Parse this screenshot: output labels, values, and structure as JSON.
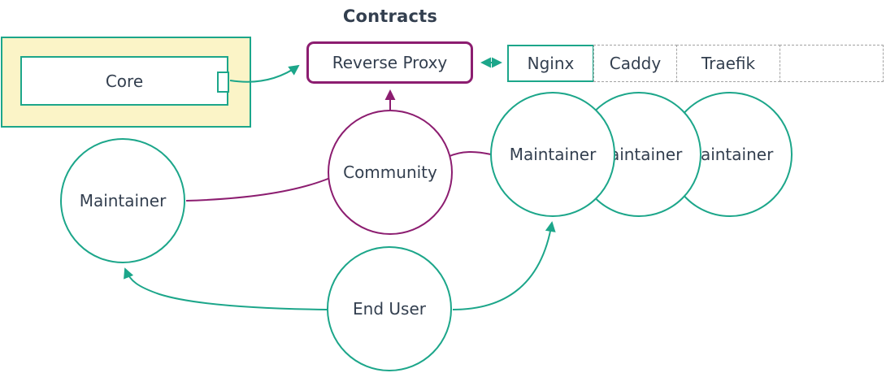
{
  "diagram": {
    "title": "Contracts",
    "nodes": {
      "core_group": {
        "role": "subgraph"
      },
      "core": {
        "label": "Core"
      },
      "reverse_proxy": {
        "label": "Reverse Proxy"
      },
      "community": {
        "label": "Community"
      },
      "maintainer_left": {
        "label": "Maintainer"
      },
      "maintainers_right": [
        {
          "label": "Maintainer"
        },
        {
          "label": "Maintainer"
        },
        {
          "label": "Maintainer"
        }
      ],
      "end_user": {
        "label": "End User"
      }
    },
    "proxy_table": {
      "cells": [
        "Nginx",
        "Caddy",
        "Traefik",
        ""
      ]
    },
    "edges": [
      {
        "from": "Core",
        "to": "Reverse Proxy",
        "style": "arrow",
        "color": "teal"
      },
      {
        "from": "Reverse Proxy",
        "to": "Nginx",
        "style": "double-arrow",
        "color": "teal"
      },
      {
        "from": "Community",
        "to": "Reverse Proxy",
        "style": "arrow",
        "color": "purple"
      },
      {
        "from": "Community",
        "to": "Maintainer (left)",
        "style": "line",
        "color": "purple"
      },
      {
        "from": "Community",
        "to": "Maintainer (right)",
        "style": "line",
        "color": "purple"
      },
      {
        "from": "End User",
        "to": "Maintainer (left)",
        "style": "arrow",
        "color": "teal"
      },
      {
        "from": "End User",
        "to": "Maintainer (right)",
        "style": "arrow",
        "color": "teal"
      }
    ],
    "colors": {
      "teal": "#1CA68A",
      "purple": "#8C1D70",
      "text": "#333F4F",
      "yellow_fill": "#FBF4C7",
      "dash_gray": "#A3A3A3",
      "node_fill": "#FFFFFF"
    }
  }
}
